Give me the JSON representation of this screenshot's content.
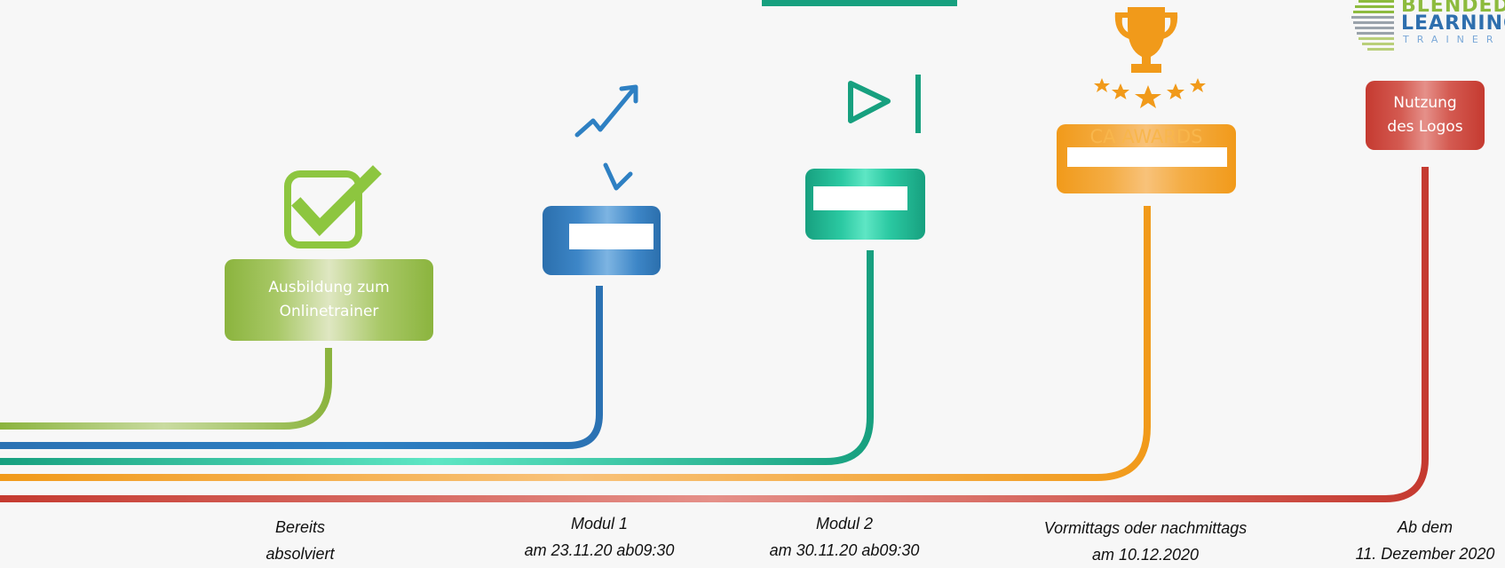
{
  "colors": {
    "green": "#8bb43e",
    "blue": "#2e80c3",
    "teal": "#17a07f",
    "orange": "#f19a1a",
    "red": "#c53a30",
    "background": "#f7f7f7"
  },
  "icons": {
    "green": "checkmark-icon",
    "blue": "trending-arrow-icon",
    "teal": "play-next-icon",
    "orange": "trophy-stars-icon"
  },
  "milestones": [
    {
      "id": "training",
      "box_text": "Ausbildung zum Onlinetrainer",
      "date_line1": "Bereits",
      "date_line2": "absolviert"
    },
    {
      "id": "module1",
      "box_text": "",
      "date_line1": "Modul 1",
      "date_line2": "am 23.11.20 ab09:30"
    },
    {
      "id": "module2",
      "box_text": "",
      "date_line1": "Modul 2",
      "date_line2": "am 30.11.20 ab09:30"
    },
    {
      "id": "awards",
      "box_text": "CA AWARDS",
      "date_line1": "Vormittags oder nachmittags",
      "date_line2": "am 10.12.2020"
    },
    {
      "id": "logo-usage",
      "box_text": "Nutzung des Logos",
      "date_line1": "Ab dem",
      "date_line2": "11. Dezember 2020"
    }
  ],
  "logo": {
    "line1": "BLENDED",
    "line2": "LEARNING",
    "line3": "TRAINER"
  }
}
